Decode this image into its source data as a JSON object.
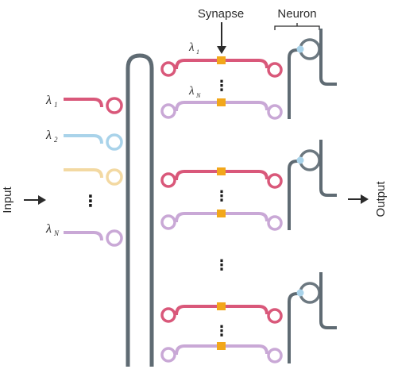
{
  "labels": {
    "synapse": "Synapse",
    "neuron": "Neuron",
    "input": "Input",
    "output": "Output"
  },
  "wavelengths": [
    {
      "symbol": "λ",
      "sub": "1"
    },
    {
      "symbol": "λ",
      "sub": "2"
    },
    {
      "symbol": "λ",
      "sub": "N"
    }
  ],
  "synapse_labels": [
    {
      "symbol": "λ",
      "sub": "1"
    },
    {
      "symbol": "λ",
      "sub": "N"
    }
  ],
  "ellipsis": "⋮",
  "colors": {
    "red": "#d9587a",
    "blue": "#a9d3ea",
    "yellow": "#f3d9a2",
    "purple": "#c9a8d6",
    "gray": "#5f6b73",
    "synapse": "#f2a71b",
    "neuron_ring": "#6c7880",
    "neuron_dot": "#a9d3ea"
  }
}
